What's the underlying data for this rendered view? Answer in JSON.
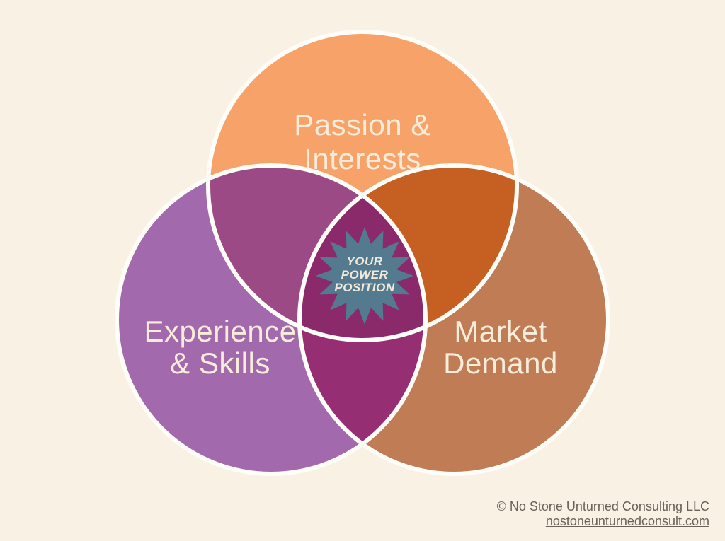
{
  "diagram": {
    "circles": [
      {
        "id": "passion",
        "label": "Passion &\nInterests"
      },
      {
        "id": "experience",
        "label": "Experience\n& Skills"
      },
      {
        "id": "market",
        "label": "Market\nDemand"
      }
    ],
    "center_badge": {
      "label": "YOUR\nPOWER\nPOSITION"
    }
  },
  "footer": {
    "copyright": "© No Stone Unturned Consulting LLC",
    "website": "nostoneunturnedconsult.com"
  },
  "colors": {
    "background": "#faf1e5",
    "outline": "#fffdf8",
    "circle_passion": "#f6a269",
    "circle_experience": "#a26aac",
    "circle_market": "#c07c54",
    "overlap_passion_experience": "#9c4a85",
    "overlap_passion_market": "#c55f22",
    "overlap_experience_market": "#962e74",
    "overlap_center": "#8a2a6b",
    "star": "#537a8e",
    "star_text": "#f2e9d8",
    "label_text": "#f8edda",
    "footer_text": "#6b6057"
  }
}
